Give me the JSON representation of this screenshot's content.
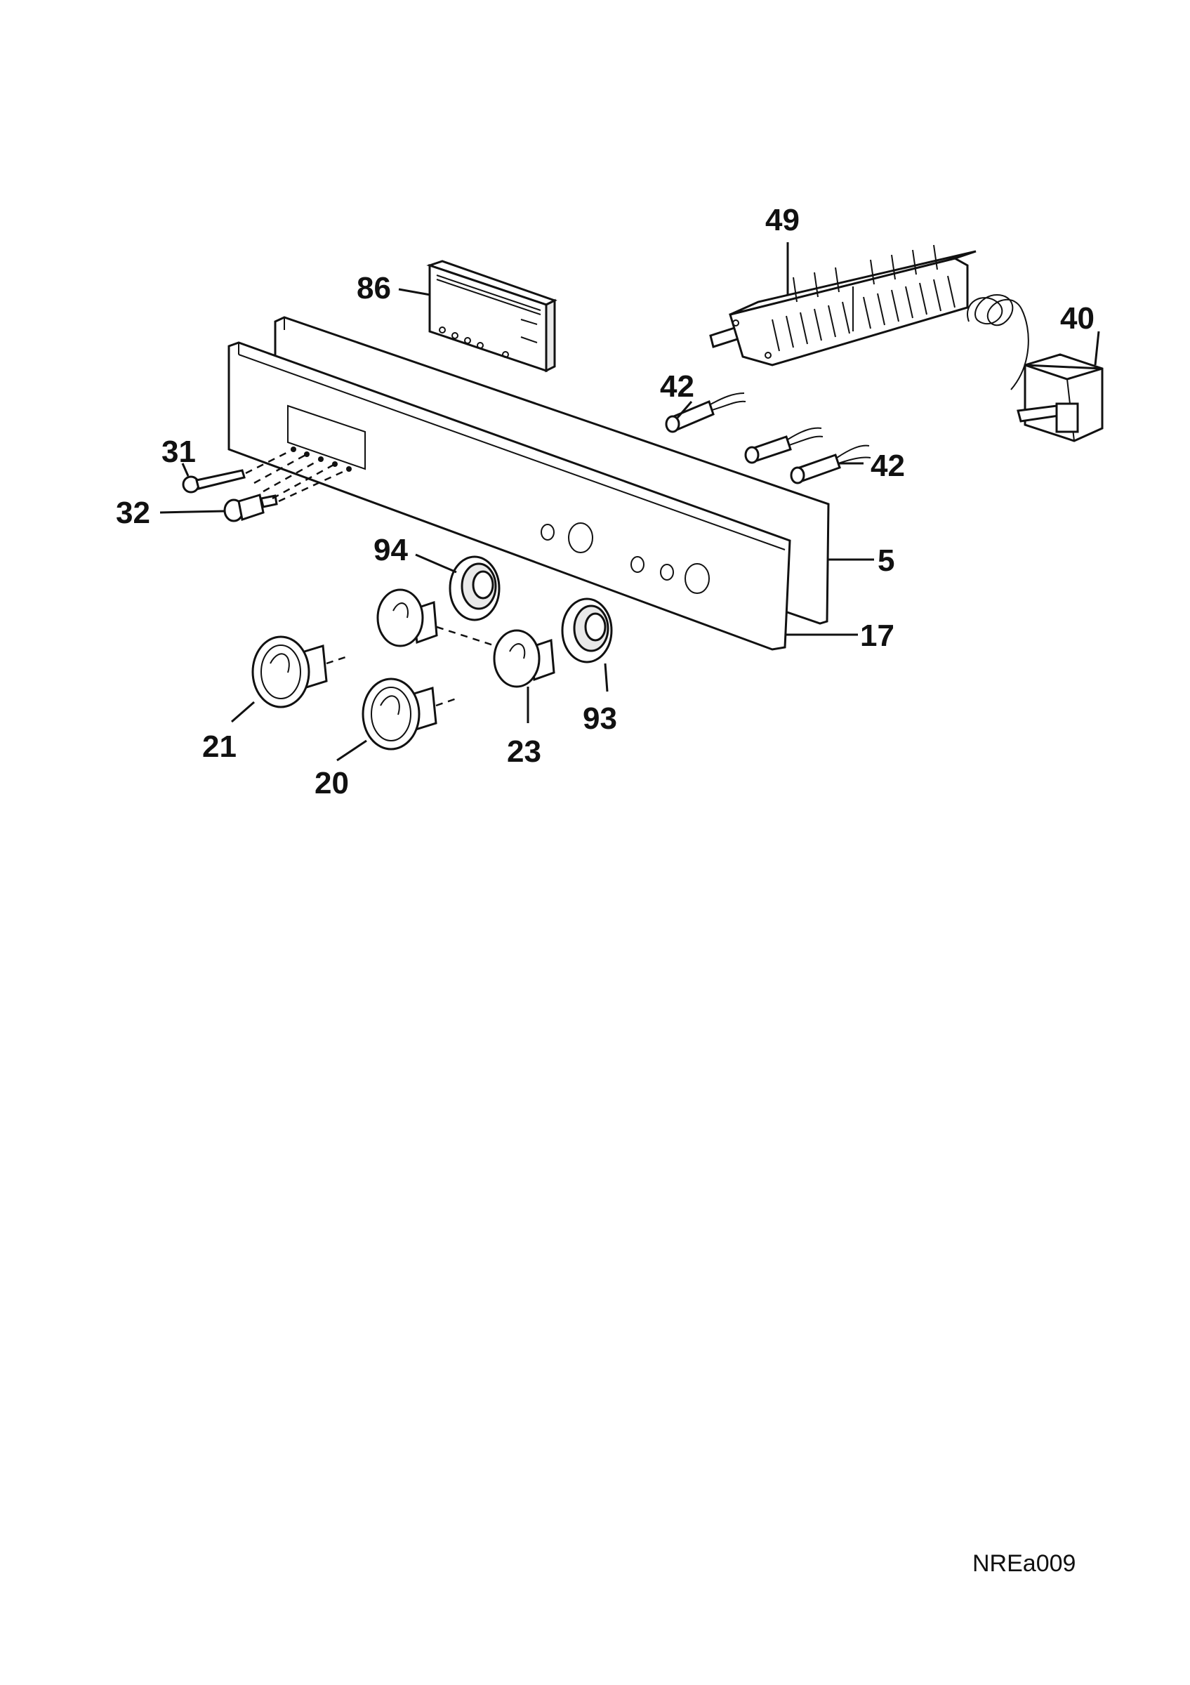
{
  "diagram": {
    "part_labels": [
      {
        "id": "p49",
        "text": "49"
      },
      {
        "id": "p86",
        "text": "86"
      },
      {
        "id": "p40",
        "text": "40"
      },
      {
        "id": "p42a",
        "text": "42"
      },
      {
        "id": "p42b",
        "text": "42"
      },
      {
        "id": "p31",
        "text": "31"
      },
      {
        "id": "p32",
        "text": "32"
      },
      {
        "id": "p94",
        "text": "94"
      },
      {
        "id": "p5",
        "text": "5"
      },
      {
        "id": "p17",
        "text": "17"
      },
      {
        "id": "p93",
        "text": "93"
      },
      {
        "id": "p21",
        "text": "21"
      },
      {
        "id": "p23",
        "text": "23"
      },
      {
        "id": "p20",
        "text": "20"
      }
    ],
    "reference_code": "NREa009"
  }
}
